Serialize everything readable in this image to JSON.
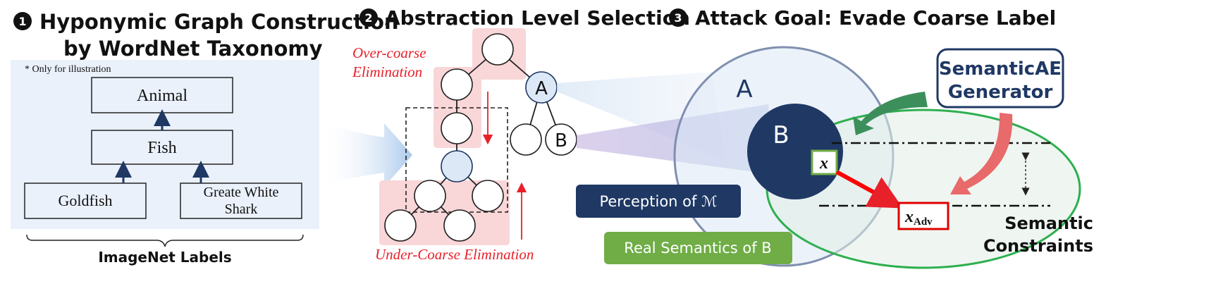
{
  "sections": [
    {
      "number": "1",
      "title_lines": [
        "Hyponymic Graph Construction",
        "by WordNet Taxonomy"
      ]
    },
    {
      "number": "2",
      "title": "Abstraction Level Selection"
    },
    {
      "number": "3",
      "title": "Attack Goal:  Evade Coarse Label"
    }
  ],
  "taxonomy": {
    "note": "* Only for illustration",
    "nodes": {
      "animal": "Animal",
      "fish": "Fish",
      "goldfish": "Goldfish",
      "shark_lines": [
        "Greate White",
        "Shark"
      ]
    },
    "footer": "ImageNet Labels"
  },
  "abstraction": {
    "over_coarse_lines": [
      "Over-coarse",
      "Elimination"
    ],
    "under_coarse": "Under-Coarse Elimination",
    "node_a": "A",
    "node_b": "B"
  },
  "attack": {
    "circle_a": "A",
    "circle_b": "B",
    "x_label": "x",
    "x_adv_main": "x",
    "x_adv_sub": "Adv",
    "generator_lines": [
      "SemanticAE",
      "Generator"
    ],
    "perception_prefix": "Perception of ",
    "perception_symbol": "ℳ",
    "real_semantics": "Real Semantics of B",
    "constraints_lines": [
      "Semantic",
      "Constraints"
    ]
  },
  "colors": {
    "dark_navy": "#1f3864",
    "light_blue_panel": "#eaf1fb",
    "pink_highlight": "#f9d6d8",
    "red_text": "#e8202a",
    "green": "#70ad47",
    "green_border": "#2eaf4f",
    "node_blue": "#dce8f6"
  }
}
